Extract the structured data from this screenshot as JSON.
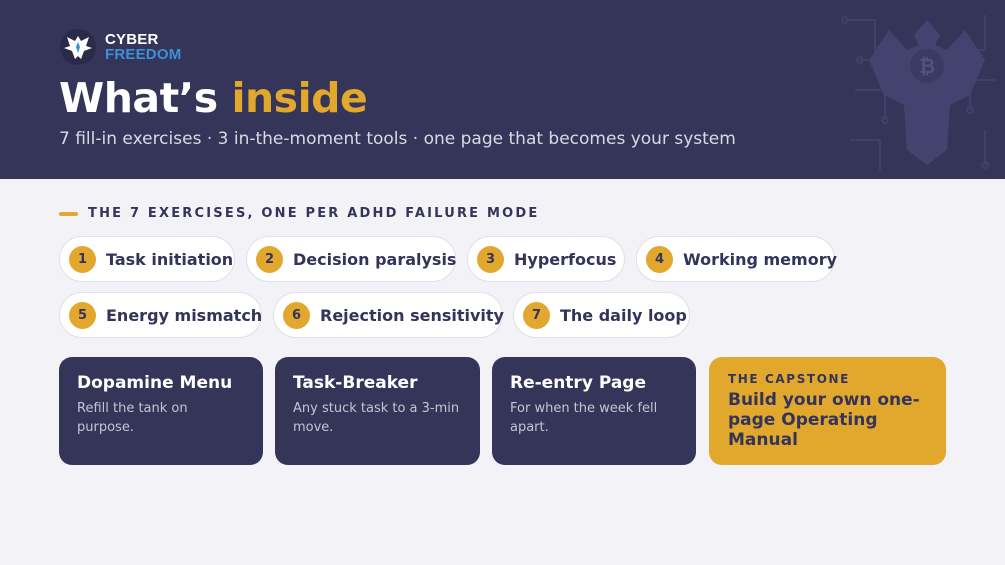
{
  "brand": {
    "line1": "CYBER",
    "line2": "FREEDOM"
  },
  "hero": {
    "title_main": "What’s ",
    "title_accent": "inside",
    "subtitle": "7 fill-in exercises · 3 in-the-moment tools · one page that becomes your system"
  },
  "section": {
    "label": "THE 7 EXERCISES, ONE PER ADHD FAILURE MODE"
  },
  "exercises": [
    {
      "num": "1",
      "label": "Task initiation"
    },
    {
      "num": "2",
      "label": "Decision paralysis"
    },
    {
      "num": "3",
      "label": "Hyperfocus"
    },
    {
      "num": "4",
      "label": "Working memory"
    },
    {
      "num": "5",
      "label": "Energy mismatch"
    },
    {
      "num": "6",
      "label": "Rejection sensitivity"
    },
    {
      "num": "7",
      "label": "The daily loop"
    }
  ],
  "tools": [
    {
      "title": "Dopamine Menu",
      "desc": "Refill the tank on purpose."
    },
    {
      "title": "Task-Breaker",
      "desc": "Any stuck task to a 3-min move."
    },
    {
      "title": "Re-entry Page",
      "desc": "For when the week fell apart."
    }
  ],
  "capstone": {
    "kicker": "THE CAPSTONE",
    "text": "Build your own one-page Operating Manual"
  },
  "colors": {
    "navy": "#353559",
    "accent": "#e2a82d",
    "background": "#f2f2f7",
    "brand_blue": "#3d8fd6"
  },
  "icons": [
    "eagle-logo-icon",
    "circuit-eagle-bitcoin-icon"
  ]
}
